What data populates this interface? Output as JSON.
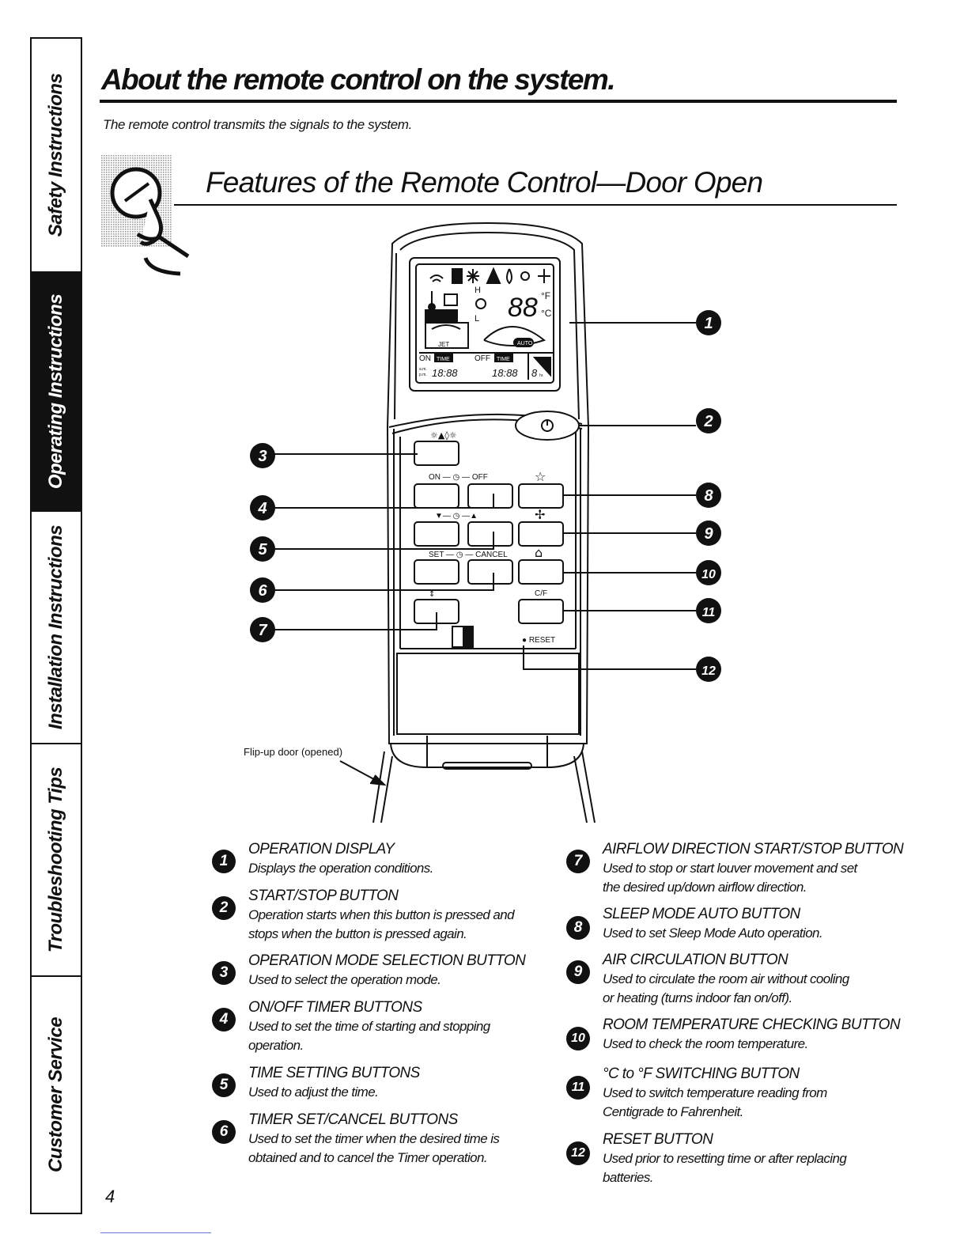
{
  "sidebar": {
    "tabs": [
      {
        "label": "Safety Instructions",
        "active": false
      },
      {
        "label": "Operating Instructions",
        "active": true
      },
      {
        "label": "Installation Instructions",
        "active": false
      },
      {
        "label": "Troubleshooting Tips",
        "active": false
      },
      {
        "label": "Customer Service",
        "active": false
      }
    ]
  },
  "header": {
    "title": "About the remote control on the system.",
    "subtitle": "The remote control transmits the signals to the system."
  },
  "section": {
    "title": "Features of the Remote Control—Door Open"
  },
  "diagram": {
    "door_label": "Flip-up door (opened)",
    "display": {
      "temp_digits": "88",
      "unit_f": "°F",
      "unit_c": "°C",
      "hi": "H",
      "lo": "L",
      "on_label": "ON",
      "off_label": "OFF",
      "time_label": "TIME",
      "on_time": "18:88",
      "off_time": "18:88",
      "am": "a.m.",
      "pm": "p.m.",
      "hr_digit": "8",
      "hr_unit": "hr.",
      "jet_label": "JET",
      "auto_label": "AUTO"
    },
    "button_labels": {
      "on_off": "ON — ◷ — OFF",
      "down_up": "▼— ◷ —▲",
      "set_cancel": "SET — ◷ — CANCEL",
      "cf": "C/F",
      "reset": "● RESET"
    },
    "callouts": [
      "1",
      "2",
      "3",
      "4",
      "5",
      "6",
      "7",
      "8",
      "9",
      "10",
      "11",
      "12"
    ]
  },
  "legend": [
    {
      "num": "1",
      "title": "OPERATION DISPLAY",
      "desc": [
        "Displays the operation conditions."
      ]
    },
    {
      "num": "2",
      "title": "START/STOP BUTTON",
      "desc": [
        "Operation starts when this button is pressed and",
        "stops when the button is pressed again."
      ]
    },
    {
      "num": "3",
      "title": "OPERATION MODE SELECTION BUTTON",
      "desc": [
        "Used to select the operation mode."
      ]
    },
    {
      "num": "4",
      "title": "ON/OFF TIMER BUTTONS",
      "desc": [
        "Used to set the time of starting and stopping",
        "operation."
      ]
    },
    {
      "num": "5",
      "title": "TIME SETTING BUTTONS",
      "desc": [
        "Used to adjust the time."
      ]
    },
    {
      "num": "6",
      "title": "TIMER SET/CANCEL BUTTONS",
      "desc": [
        "Used to set the timer when the desired time is",
        "obtained and to cancel the Timer operation."
      ]
    },
    {
      "num": "7",
      "title": "AIRFLOW DIRECTION START/STOP BUTTON",
      "desc": [
        "Used to stop or start louver movement and set",
        "the desired up/down airflow direction."
      ]
    },
    {
      "num": "8",
      "title": "SLEEP MODE AUTO BUTTON",
      "desc": [
        "Used to set Sleep Mode Auto operation."
      ]
    },
    {
      "num": "9",
      "title": "AIR CIRCULATION BUTTON",
      "desc": [
        "Used to circulate the room air without cooling",
        "or heating (turns indoor fan on/off)."
      ]
    },
    {
      "num": "10",
      "title": "ROOM TEMPERATURE CHECKING BUTTON",
      "desc": [
        "Used to check the room temperature."
      ]
    },
    {
      "num": "11",
      "title": "°C to °F SWITCHING BUTTON",
      "desc": [
        "Used to switch temperature reading from",
        "Centigrade to Fahrenheit."
      ]
    },
    {
      "num": "12",
      "title": "RESET BUTTON",
      "desc": [
        "Used prior to resetting time or after replacing",
        "batteries."
      ]
    }
  ],
  "footer": {
    "page_number": "4"
  }
}
